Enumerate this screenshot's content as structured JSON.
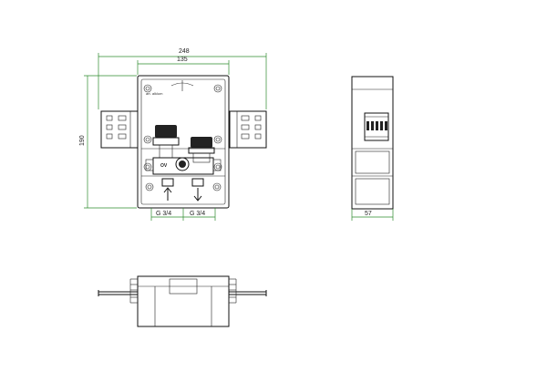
{
  "dimensions": {
    "overall_width": "248",
    "box_width": "135",
    "height": "190",
    "depth": "57",
    "port_left": "G 3/4",
    "port_right": "G 3/4"
  },
  "labels": {
    "valve_mark": "OV",
    "brand_text": "art. alklum"
  },
  "colors": {
    "dimension_line": "#2e8b2e",
    "outline": "#111111"
  },
  "icons": {
    "inlet_arrow": "arrow-up-icon",
    "outlet_arrow": "arrow-down-icon"
  }
}
